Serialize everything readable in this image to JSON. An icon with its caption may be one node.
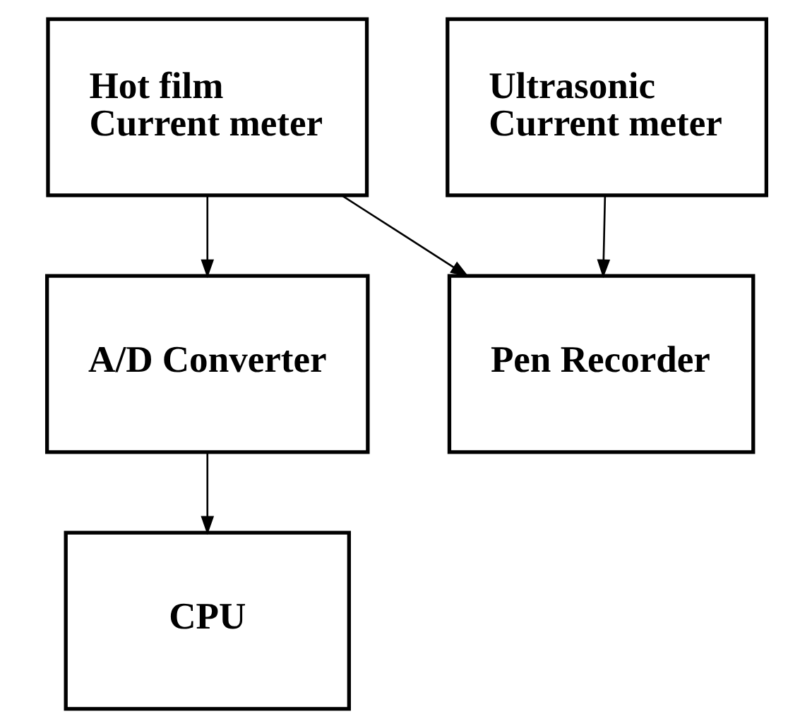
{
  "diagram": {
    "nodes": [
      {
        "text": [
          "Hot film Current meter"
        ]
      },
      {
        "text": [
          "Ultrasonic Current meter"
        ]
      },
      {
        "text": [
          "A/D Converter"
        ]
      },
      {
        "text": [
          "Pen Recorder"
        ]
      },
      {
        "text": [
          "CPU"
        ]
      }
    ],
    "edges": [
      {
        "from": 0,
        "to": 2,
        "arrow": "to"
      },
      {
        "from": 0,
        "to": 3,
        "arrow": "to"
      },
      {
        "from": 1,
        "to": 3,
        "arrow": "to"
      },
      {
        "from": 2,
        "to": 4,
        "arrow": "to"
      }
    ]
  }
}
